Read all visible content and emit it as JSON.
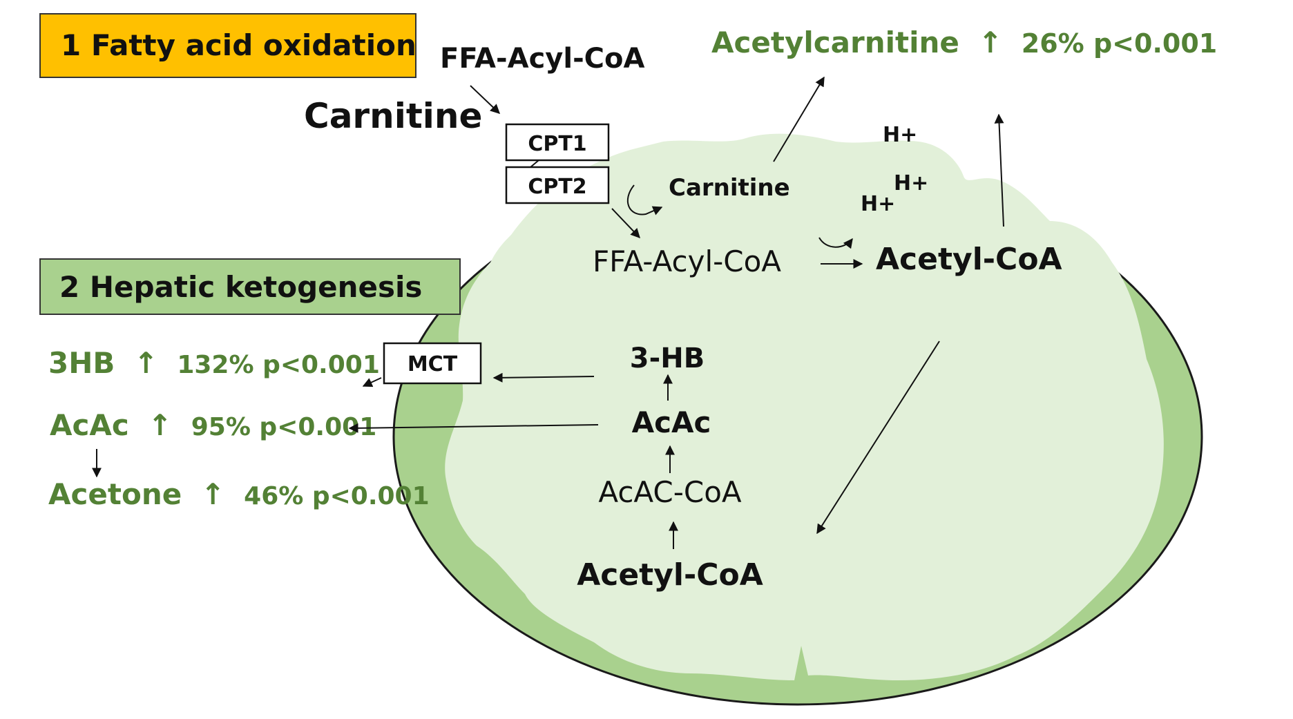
{
  "sections": {
    "fatty_acid_oxidation": {
      "label": "1 Fatty acid oxidation",
      "color": "#FFC000"
    },
    "hepatic_ketogenesis": {
      "label": "2 Hepatic ketogenesis",
      "color": "#A9D18E"
    }
  },
  "outside": {
    "ffa_acyl_coa": "FFA-Acyl-CoA",
    "carnitine": "Carnitine",
    "acetylcarnitine": {
      "name": "Acetylcarnitine",
      "arrow": "↑",
      "change": "26% p<0.001"
    },
    "three_hb": {
      "name": "3HB",
      "arrow": "↑",
      "change": "132% p<0.001"
    },
    "acac": {
      "name": "AcAc",
      "arrow": "↑",
      "change": "95% p<0.001"
    },
    "acetone": {
      "name": "Acetone",
      "arrow": "↑",
      "change": "46% p<0.001"
    }
  },
  "transporters": {
    "cpt1": "CPT1",
    "cpt2": "CPT2",
    "mct": "MCT"
  },
  "mitochondrion": {
    "carnitine": "Carnitine",
    "ffa_acyl_coa": "FFA-Acyl-CoA",
    "acetyl_coa_top": "Acetyl-CoA",
    "protons": [
      "H+",
      "H+",
      "H+"
    ],
    "three_hb": "3-HB",
    "acac": "AcAc",
    "acac_coa": "AcAC-CoA",
    "acetyl_coa_bottom": "Acetyl-CoA"
  },
  "colors": {
    "membrane": "#A9D18E",
    "matrix": "#E2F0D9",
    "outline": "#1a1a1a",
    "text_green": "#538135"
  }
}
